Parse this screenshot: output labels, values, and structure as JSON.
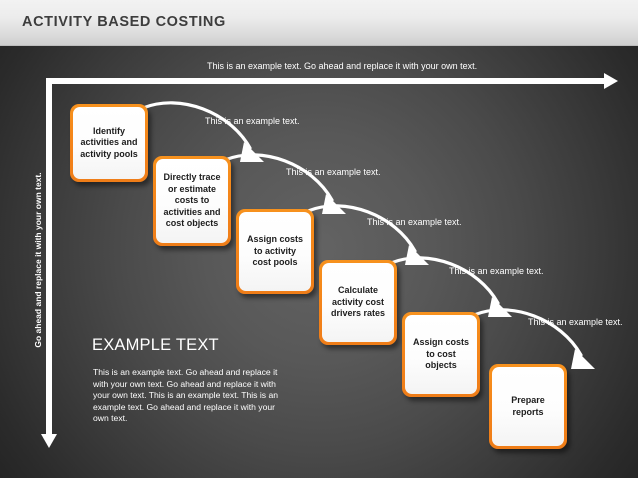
{
  "header": {
    "title": "ACTIVITY BASED COSTING"
  },
  "axes": {
    "vertical_label": "Go ahead and replace it with your own text.",
    "top_caption": "This is an example text. Go ahead and replace it with your own text."
  },
  "steps": [
    {
      "label": "Identify activities and activity pools",
      "caption": "This is an example text."
    },
    {
      "label": "Directly trace or estimate costs to activities and cost objects",
      "caption": "This is an example text."
    },
    {
      "label": "Assign costs to activity cost pools",
      "caption": "This is an example text."
    },
    {
      "label": "Calculate activity cost drivers rates",
      "caption": "This is an example text."
    },
    {
      "label": "Assign costs to cost objects",
      "caption": "This is an example text."
    },
    {
      "label": "Prepare reports",
      "caption": ""
    }
  ],
  "body": {
    "heading": "EXAMPLE TEXT",
    "text": "This is an example text. Go ahead and replace it with your own text. Go ahead and replace it with your own text. This is an example text. This is an example text. Go ahead and replace it with your own text."
  },
  "colors": {
    "accent": "#f5891a",
    "header_text": "#3d3d3d",
    "background_center": "#636363",
    "background_edge": "#232323"
  }
}
